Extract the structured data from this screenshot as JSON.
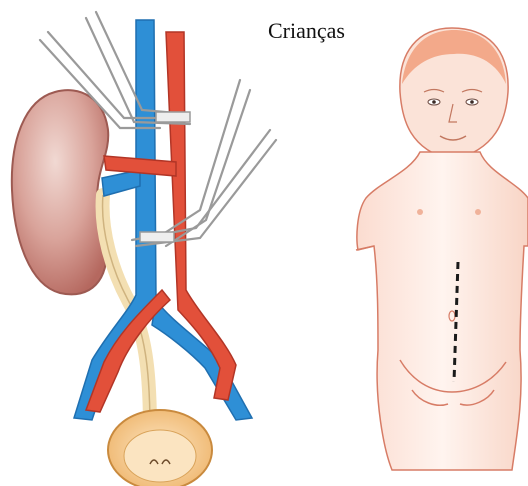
{
  "caption": "Crianças",
  "colors": {
    "vein": "#2e8fd6",
    "artery": "#e2503a",
    "kidney": "#c8857b",
    "ureter": "#f1dcae",
    "bladder": "#f4c68a",
    "skin": "#fbe3d8",
    "outline": "#d77c66",
    "hair": "#f3a98a",
    "instrument": "#d6d6d6",
    "incision": "#1a1a1a"
  },
  "panels": [
    {
      "id": "surgical-anatomy",
      "shows": [
        "kidney",
        "vein",
        "artery",
        "ureter",
        "bladder",
        "clamps"
      ]
    },
    {
      "id": "child-body",
      "shows": [
        "head",
        "torso",
        "arms",
        "incision-line",
        "umbilicus"
      ]
    }
  ]
}
